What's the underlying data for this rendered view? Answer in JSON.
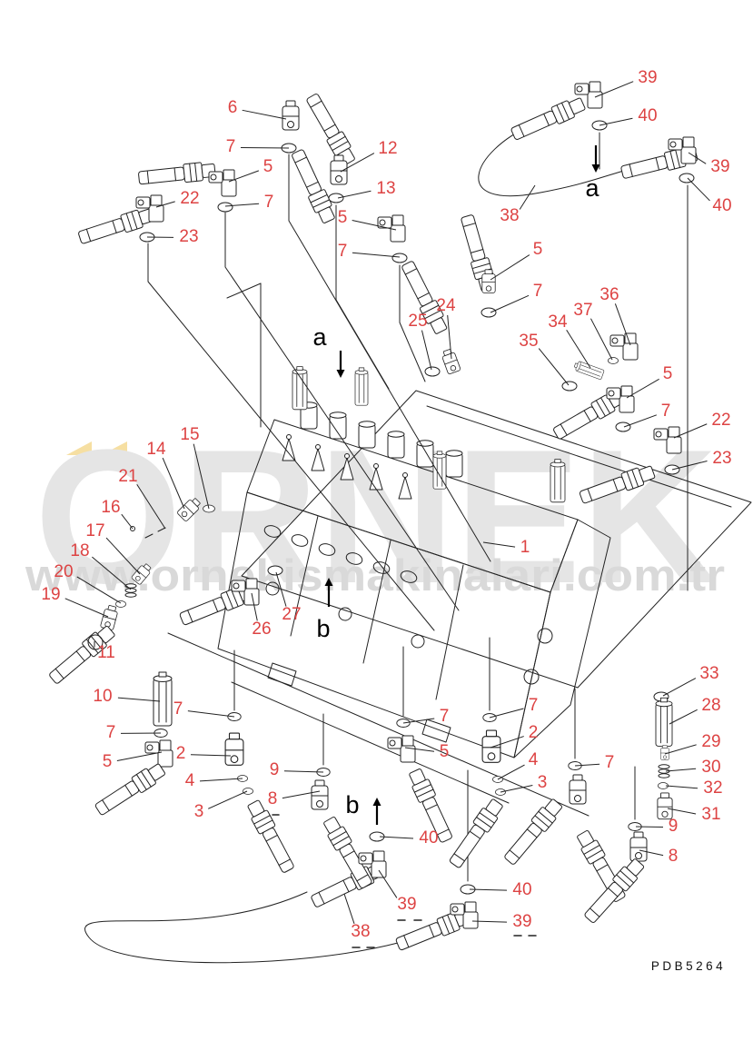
{
  "page": {
    "code": "PDB5264"
  },
  "watermark": {
    "brand": "ORNEK",
    "url": "www.ornekismakinalari.com.tr",
    "brand_color": "#e5e5e5",
    "url_color": "#d9d9d9",
    "accent_yellow": "#f6dfa2"
  },
  "colors": {
    "callout": "#dd4343",
    "line": "#222222",
    "letter": "#000000"
  },
  "callouts": [
    [
      "6",
      256,
      117,
      315,
      131
    ],
    [
      "7",
      254,
      160,
      318,
      163
    ],
    [
      "5",
      295,
      182,
      252,
      200
    ],
    [
      "22",
      209,
      217,
      172,
      228
    ],
    [
      "23",
      208,
      259,
      162,
      261
    ],
    [
      "7",
      296,
      221,
      248,
      227
    ],
    [
      "12",
      427,
      162,
      375,
      189
    ],
    [
      "13",
      425,
      206,
      372,
      218
    ],
    [
      "5",
      377,
      238,
      436,
      253
    ],
    [
      "7",
      377,
      275,
      440,
      283
    ],
    [
      "39",
      713,
      84,
      655,
      107
    ],
    [
      "40",
      713,
      126,
      660,
      138
    ],
    [
      "39",
      793,
      182,
      758,
      168
    ],
    [
      "40",
      795,
      225,
      757,
      196
    ],
    [
      "38",
      561,
      236,
      589,
      204
    ],
    [
      "5",
      592,
      273,
      540,
      308
    ],
    [
      "7",
      592,
      319,
      540,
      344
    ],
    [
      "24",
      491,
      335,
      497,
      395
    ],
    [
      "25",
      460,
      352,
      475,
      407
    ],
    [
      "36",
      671,
      323,
      694,
      380
    ],
    [
      "37",
      642,
      340,
      674,
      396
    ],
    [
      "34",
      614,
      353,
      650,
      405
    ],
    [
      "35",
      582,
      374,
      626,
      424
    ],
    [
      "5",
      735,
      410,
      690,
      438
    ],
    [
      "7",
      733,
      451,
      687,
      470
    ],
    [
      "22",
      794,
      461,
      742,
      482
    ],
    [
      "23",
      795,
      503,
      740,
      517
    ],
    [
      "15",
      209,
      477,
      230,
      560
    ],
    [
      "14",
      172,
      493,
      203,
      560
    ],
    [
      "21",
      141,
      523,
      182,
      582
    ],
    [
      "16",
      122,
      557,
      146,
      582
    ],
    [
      "17",
      105,
      583,
      154,
      632
    ],
    [
      "18",
      88,
      605,
      144,
      649
    ],
    [
      "20",
      70,
      628,
      133,
      664
    ],
    [
      "19",
      56,
      653,
      119,
      679
    ],
    [
      "11",
      117,
      717,
      104,
      706
    ],
    [
      "1",
      578,
      601,
      532,
      597
    ],
    [
      "27",
      321,
      675,
      304,
      630
    ],
    [
      "26",
      288,
      691,
      277,
      653
    ],
    [
      "10",
      113,
      765,
      176,
      772
    ],
    [
      "7",
      196,
      779,
      258,
      789
    ],
    [
      "7",
      122,
      805,
      177,
      807
    ],
    [
      "5",
      118,
      837,
      178,
      828
    ],
    [
      "2",
      199,
      828,
      254,
      832
    ],
    [
      "4",
      209,
      858,
      267,
      857
    ],
    [
      "3",
      219,
      892,
      272,
      871
    ],
    [
      "9",
      302,
      846,
      356,
      850
    ],
    [
      "8",
      300,
      878,
      352,
      871
    ],
    [
      "7",
      489,
      787,
      444,
      796
    ],
    [
      "5",
      489,
      826,
      446,
      823
    ],
    [
      "7",
      587,
      775,
      539,
      790
    ],
    [
      "2",
      587,
      805,
      540,
      823
    ],
    [
      "4",
      587,
      835,
      548,
      858
    ],
    [
      "3",
      597,
      860,
      551,
      872
    ],
    [
      "7",
      671,
      838,
      633,
      843
    ],
    [
      "33",
      781,
      740,
      730,
      766
    ],
    [
      "28",
      783,
      775,
      737,
      797
    ],
    [
      "29",
      783,
      815,
      732,
      830
    ],
    [
      "30",
      783,
      843,
      733,
      849
    ],
    [
      "32",
      785,
      866,
      733,
      865
    ],
    [
      "31",
      783,
      895,
      735,
      890
    ],
    [
      "9",
      741,
      908,
      700,
      910
    ],
    [
      "8",
      741,
      941,
      704,
      936
    ],
    [
      "40",
      472,
      921,
      418,
      921
    ],
    [
      "40",
      575,
      978,
      517,
      979
    ],
    [
      "39",
      575,
      1013,
      520,
      1014
    ],
    [
      "39",
      448,
      994,
      417,
      958
    ],
    [
      "38",
      397,
      1024,
      379,
      984
    ]
  ],
  "view_letters": [
    [
      "a",
      652,
      207,
      656,
      160,
      190,
      "down"
    ],
    [
      "a",
      352,
      371,
      375,
      386,
      416,
      "down"
    ],
    [
      "b",
      356,
      692,
      362,
      668,
      636,
      "up"
    ],
    [
      "b",
      388,
      886,
      415,
      908,
      878,
      "up"
    ]
  ]
}
